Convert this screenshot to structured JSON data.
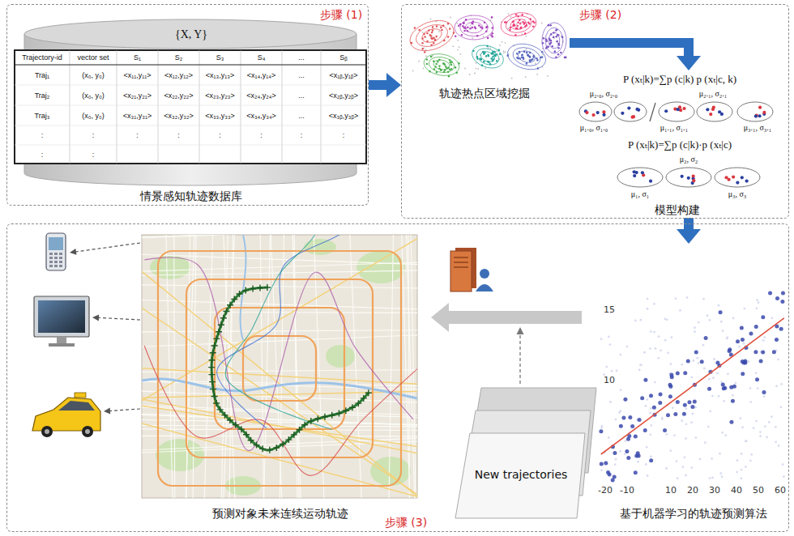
{
  "diagram": {
    "nodes": [
      {
        "text": [
          "步骤 (1)"
        ]
      },
      {
        "text": [
          "{X, Y}",
          "情景感知轨迹数据库"
        ],
        "in": 0
      },
      {
        "text": [
          "步骤 (2)"
        ]
      },
      {
        "text": [
          "轨迹热点区域挖掘"
        ],
        "in": 2
      },
      {
        "text": [
          "P (xₜ|k)=∑p (c|k) p (xₜ|c, k)",
          "P (xₜ|k)=∑p (c|k)·p (xₜ|c)",
          "模型构建"
        ],
        "in": 2
      },
      {
        "text": [
          "步骤 (3)"
        ]
      },
      {
        "text": [
          "基于机器学习的轨迹预测算法"
        ],
        "in": 5
      },
      {
        "text": [
          "New trajectories"
        ],
        "in": 5
      },
      {
        "text": [
          "预测对象未来连续运动轨迹"
        ],
        "in": 5
      }
    ],
    "edges": [
      {
        "from": 0,
        "to": 2,
        "arrow": "to"
      },
      {
        "from": 3,
        "to": 4,
        "arrow": "to"
      },
      {
        "from": 4,
        "to": 6,
        "arrow": "to"
      }
    ],
    "labels": [
      "Trajectory-id",
      "vector set",
      "S₁",
      "S₂",
      "S₃",
      "S₄",
      "...",
      "Sᵦ",
      "Traj₁",
      "(x₀, y₀)",
      "<x₁₁,y₁₁>",
      "<x₁₂,y₁₂>",
      "<x₁₃,y₁₃>",
      "<x₁₄,y₁₄>",
      "...",
      "<x₁ᵦ,y₁ᵦ>",
      "Traj₂",
      "(x₀, y₀)",
      "<x₂₁,y₂₁>",
      "<x₂₂,y₂₂>",
      "<x₂₃,y₂₃>",
      "<x₂₄,y₂₄>",
      "...",
      "<x₂ᵦ,y₂ᵦ>",
      "Traj₃",
      "(x₀, y₀)",
      "<x₃₁,y₃₁>",
      "<x₃₂,y₃₂>",
      "<x₃₃,y₃₃>",
      "<x₃₄,y₃₄>",
      "...",
      "<x₃ᵦ,y₃ᵦ>",
      ":",
      ":",
      ":",
      ":",
      ":",
      ":",
      ":",
      ":",
      ":",
      ":",
      "μ₂.₀, σ₂.₀",
      "μ₂.₁, σ₂.₁",
      "μ₁.₀, σ₁.₀",
      "μ₁.₁, σ₁.₁",
      "μ₃.₁, σ₃.₁",
      "μ₂, σ₂",
      "μ₁, σ₁",
      "μ₃, σ₃",
      "15",
      "10",
      "-20",
      "-10",
      "10",
      "20",
      "30",
      "40",
      "50",
      "60"
    ]
  }
}
